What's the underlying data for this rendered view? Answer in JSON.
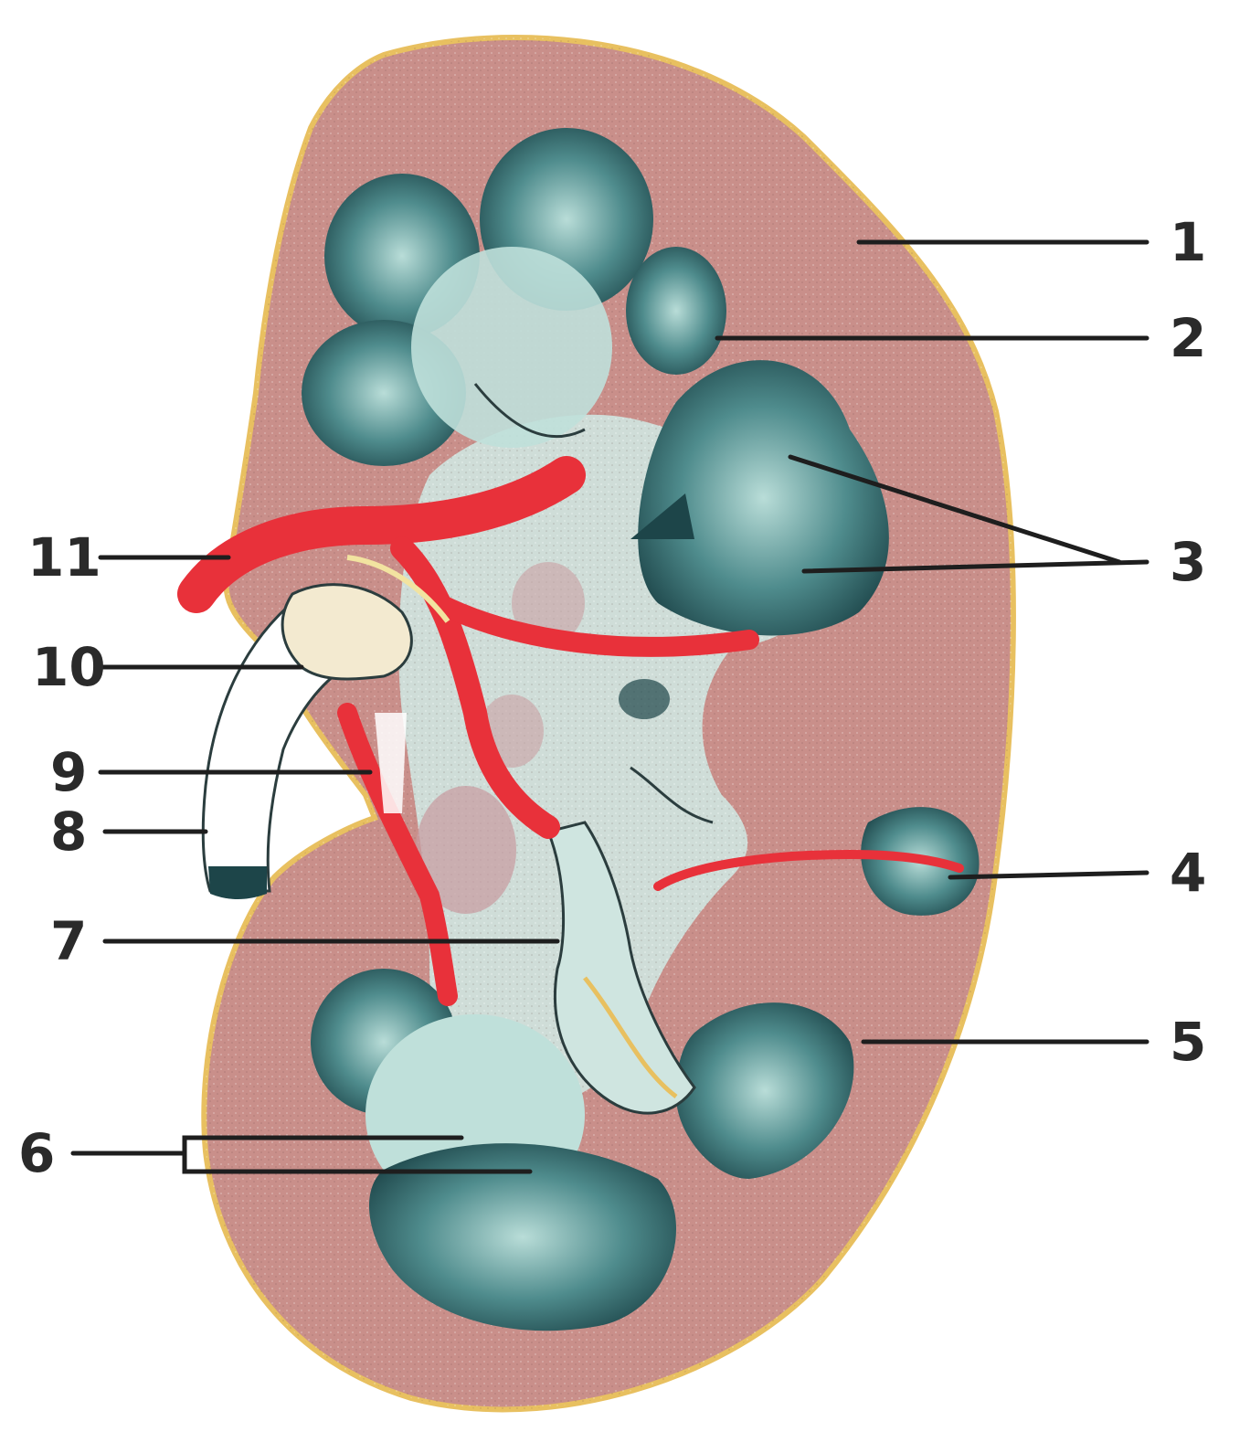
{
  "figure": {
    "colors": {
      "cortex": "#c98f8a",
      "medulla_dark": "#1f4e52",
      "medulla_light": "#c9e2de",
      "vessel": "#e8313a",
      "ureter": "#f7f2e8",
      "background": "#ffffff"
    },
    "labels": [
      {
        "id": "1",
        "text": "1"
      },
      {
        "id": "2",
        "text": "2"
      },
      {
        "id": "3",
        "text": "3"
      },
      {
        "id": "4",
        "text": "4"
      },
      {
        "id": "5",
        "text": "5"
      },
      {
        "id": "6",
        "text": "6"
      },
      {
        "id": "7",
        "text": "7"
      },
      {
        "id": "8",
        "text": "8"
      },
      {
        "id": "9",
        "text": "9"
      },
      {
        "id": "10",
        "text": "10"
      },
      {
        "id": "11",
        "text": "11"
      }
    ]
  }
}
